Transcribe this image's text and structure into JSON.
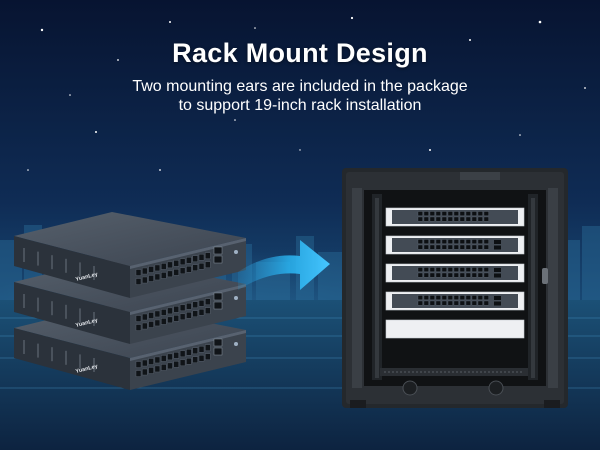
{
  "headline": {
    "title": "Rack Mount Design",
    "subtitle_line1": "Two mounting ears are included in the package",
    "subtitle_line2": "to support 19-inch rack installation"
  },
  "product": {
    "brand": "YuanLey",
    "unit_count": 3,
    "ports_per_unit": 24,
    "rack_slots": 5
  },
  "colors": {
    "sky_top": "#0a1838",
    "sky_bottom": "#1f5f8a",
    "arrow": "#29b3f0",
    "switch_body": "#3d4652",
    "cabinet": "#1e2124",
    "panel_white": "#eef0f3"
  }
}
